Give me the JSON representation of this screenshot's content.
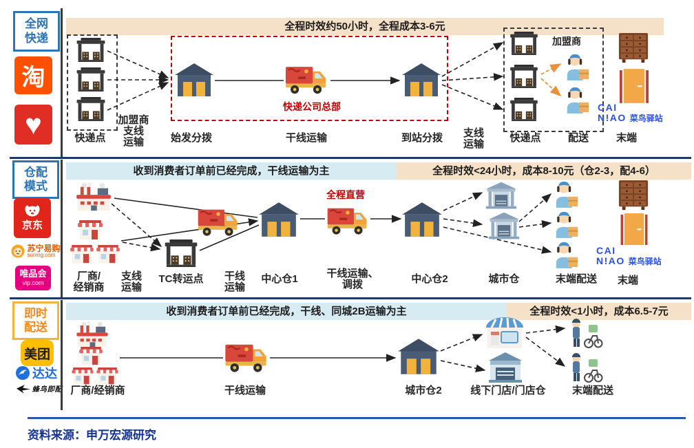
{
  "cainiao": {
    "line1": "CAI",
    "line2": "N!AO",
    "word": "菜鸟驿站"
  },
  "r1": {
    "tag1": "全网",
    "tag2": "快递",
    "taobao": "淘",
    "pdd_heart": "♥",
    "header": "全程时效约50小时，全程成本3-6元",
    "hq": "快递公司总部",
    "l_kuaididian": "快递点",
    "l_jiameng": "加盟商",
    "l_zhixian_a": "支线",
    "l_zhixian_b": "运输",
    "l_shifa": "始发分拨",
    "l_ganxian": "干线运输",
    "l_daozhan": "到站分拨",
    "l_zhixian2_a": "支线",
    "l_zhixian2_b": "运输",
    "l_kuaididian2": "快递点",
    "l_jiameng2": "加盟商",
    "l_peisong": "配送",
    "l_moduan": "末端"
  },
  "r2": {
    "tag1": "仓配",
    "tag2": "模式",
    "jd": "京东",
    "suning": "苏宁易购",
    "suning_en": "suning.com",
    "vip": "唯品会",
    "vip_en": "vip.com",
    "header_left": "收到消费者订单前已经完成，干线运输为主",
    "header_right": "全程时效<24小时，成本8-10元（仓2-3，配4-6）",
    "zhiying": "全程直营",
    "l_changshang_a": "厂商/",
    "l_changshang_b": "经销商",
    "l_zhixian_a": "支线",
    "l_zhixian_b": "运输",
    "l_tc": "TC转运点",
    "l_ganxian_a": "干线",
    "l_ganxian_b": "运输",
    "l_c1": "中心仓1",
    "l_diaobo_a": "干线运输、",
    "l_diaobo_b": "调拨",
    "l_c2": "中心仓2",
    "l_chengshi": "城市仓",
    "l_moduanpeisong": "末端配送",
    "l_moduan": "末端"
  },
  "r3": {
    "tag1": "即时",
    "tag2": "配送",
    "meituan": "美团",
    "dada": "达达",
    "fengniao": "蜂鸟即配",
    "header_left": "收到消费者订单前已经完成，干线、同城2B运输为主",
    "header_right": "全程时效<1小时，成本6.5-7元",
    "l_changshang": "厂商/经销商",
    "l_ganxian": "干线运输",
    "l_c2": "城市仓2",
    "l_mendian": "线下门店/门店仓",
    "l_moduanpeisong": "末端配送"
  },
  "footer": {
    "source": "资料来源：申万宏源研究"
  },
  "colors": {
    "header_peach": "#F5E1C8",
    "header_blue": "#D7EBF3",
    "divider_navy": "#203864",
    "accent_red": "#C00000",
    "tag_blue": "#2E74B5",
    "tag_orange": "#F08C1E",
    "footer_blue": "#16338E",
    "cainiao_blue": "#2B50E0",
    "taobao_orange": "#FF5000",
    "pdd_red": "#E02E24",
    "jd_red": "#E1251B",
    "vip_magenta": "#E4007F",
    "meituan_yellow": "#FFBE00",
    "dada_blue": "#1E6FE0"
  }
}
